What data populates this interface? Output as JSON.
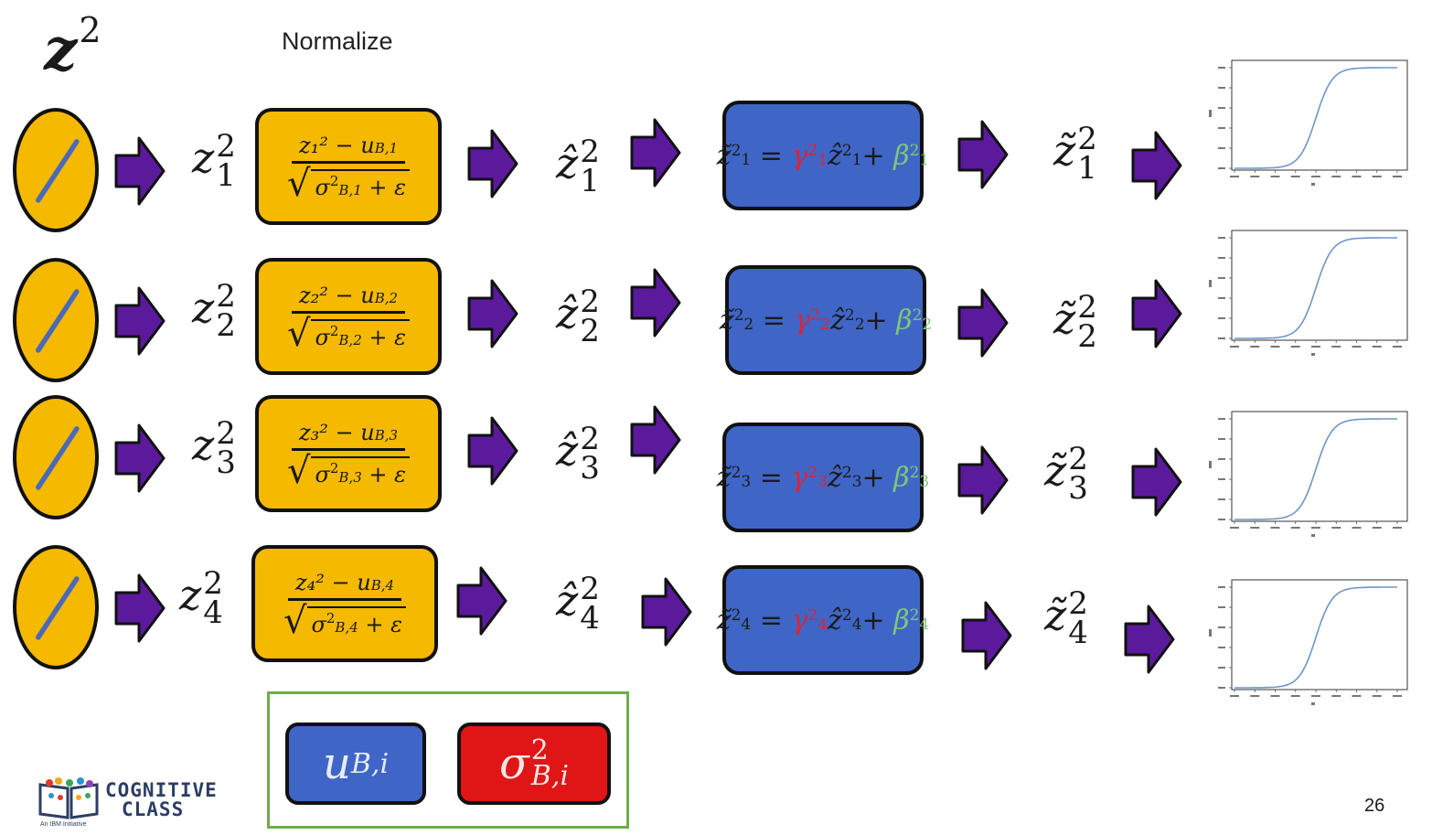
{
  "header": {
    "layer_symbol": "z",
    "layer_index": "2",
    "normalize_label": "Normalize"
  },
  "rows": [
    {
      "i": "1",
      "norm_num": "z₁² − u",
      "norm_num_sub": "B,1",
      "norm_den": "σ",
      "norm_den_sub": "B,1",
      "norm_eps": "+ ε"
    },
    {
      "i": "2",
      "norm_num": "z₂² − u",
      "norm_num_sub": "B,2",
      "norm_den": "σ",
      "norm_den_sub": "B,2",
      "norm_eps": "+ ε"
    },
    {
      "i": "3",
      "norm_num": "z₃² − u",
      "norm_num_sub": "B,3",
      "norm_den": "σ",
      "norm_den_sub": "B,3",
      "norm_eps": "+ ε"
    },
    {
      "i": "4",
      "norm_num": "z₄² − u",
      "norm_num_sub": "B,4",
      "norm_den": "σ",
      "norm_den_sub": "B,4",
      "norm_eps": "+ ε"
    }
  ],
  "legend": {
    "mean_symbol": "u",
    "mean_sub": "B,i",
    "var_symbol": "σ",
    "var_sup": "2",
    "var_sub": "B,i"
  },
  "colors": {
    "neuron": "#f5b900",
    "normalize_box": "#f5b900",
    "scale_box": "#3f66c6",
    "arrow": "#5b1a9c",
    "gamma": "#d8243c",
    "beta": "#7fc77a",
    "mean_box": "#3f66c6",
    "variance_box": "#e01515",
    "legend_frame": "#6cae4a"
  },
  "icons": {
    "neuron": "linear-activation-icon",
    "arrow": "right-arrow-icon",
    "plot": "sigmoid-plot-icon"
  },
  "branding": {
    "logo_line1": "COGNITIVE",
    "logo_line2": "CLASS",
    "logo_tagline": "An IBM Initiative"
  },
  "page_number": "26"
}
